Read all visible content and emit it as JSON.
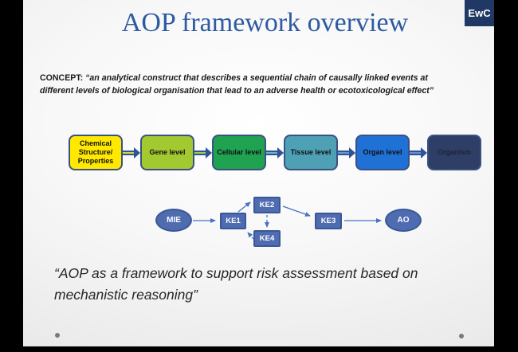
{
  "slide": {
    "title": "AOP framework overview",
    "logo_text": "EwC",
    "concept": {
      "label": "CONCEPT:",
      "text": "“an analytical construct that describes a sequential chain of causally linked events at different levels of biological organisation that lead to an adverse health or ecotoxicological effect”"
    },
    "levels": [
      {
        "label": "Chemical Structure/ Properties",
        "color": "#FFE900"
      },
      {
        "label": "Gene level",
        "color": "#A2C92F"
      },
      {
        "label": "Cellular level",
        "color": "#1FA350"
      },
      {
        "label": "Tissue level",
        "color": "#4EA0B5"
      },
      {
        "label": "Organ level",
        "color": "#2071D6"
      },
      {
        "label": "Organism",
        "color": "#2E3E66"
      }
    ],
    "pathway": {
      "nodes": [
        {
          "id": "MIE",
          "label": "MIE",
          "shape": "ellipse"
        },
        {
          "id": "KE1",
          "label": "KE1",
          "shape": "rect"
        },
        {
          "id": "KE2",
          "label": "KE2",
          "shape": "rect"
        },
        {
          "id": "KE4",
          "label": "KE4",
          "shape": "rect"
        },
        {
          "id": "KE3",
          "label": "KE3",
          "shape": "rect"
        },
        {
          "id": "AO",
          "label": "AO",
          "shape": "ellipse"
        }
      ],
      "edges": [
        {
          "from": "MIE",
          "to": "KE1",
          "style": "solid"
        },
        {
          "from": "KE1",
          "to": "KE2",
          "style": "solid"
        },
        {
          "from": "KE2",
          "to": "KE3",
          "style": "solid"
        },
        {
          "from": "KE2",
          "to": "KE4",
          "style": "dashed"
        },
        {
          "from": "KE4",
          "to": "KE1",
          "style": "dashed"
        },
        {
          "from": "KE3",
          "to": "AO",
          "style": "solid"
        }
      ],
      "node_fill": "#4F6CB0",
      "node_border": "#3A5795"
    },
    "quote": "“AOP as a framework to support risk assessment based on mechanistic reasoning”",
    "colors": {
      "title": "#2E5AA0",
      "logo_bg": "#1F3864",
      "arrow": "#4472C4",
      "level_border": "#3C5183"
    }
  }
}
